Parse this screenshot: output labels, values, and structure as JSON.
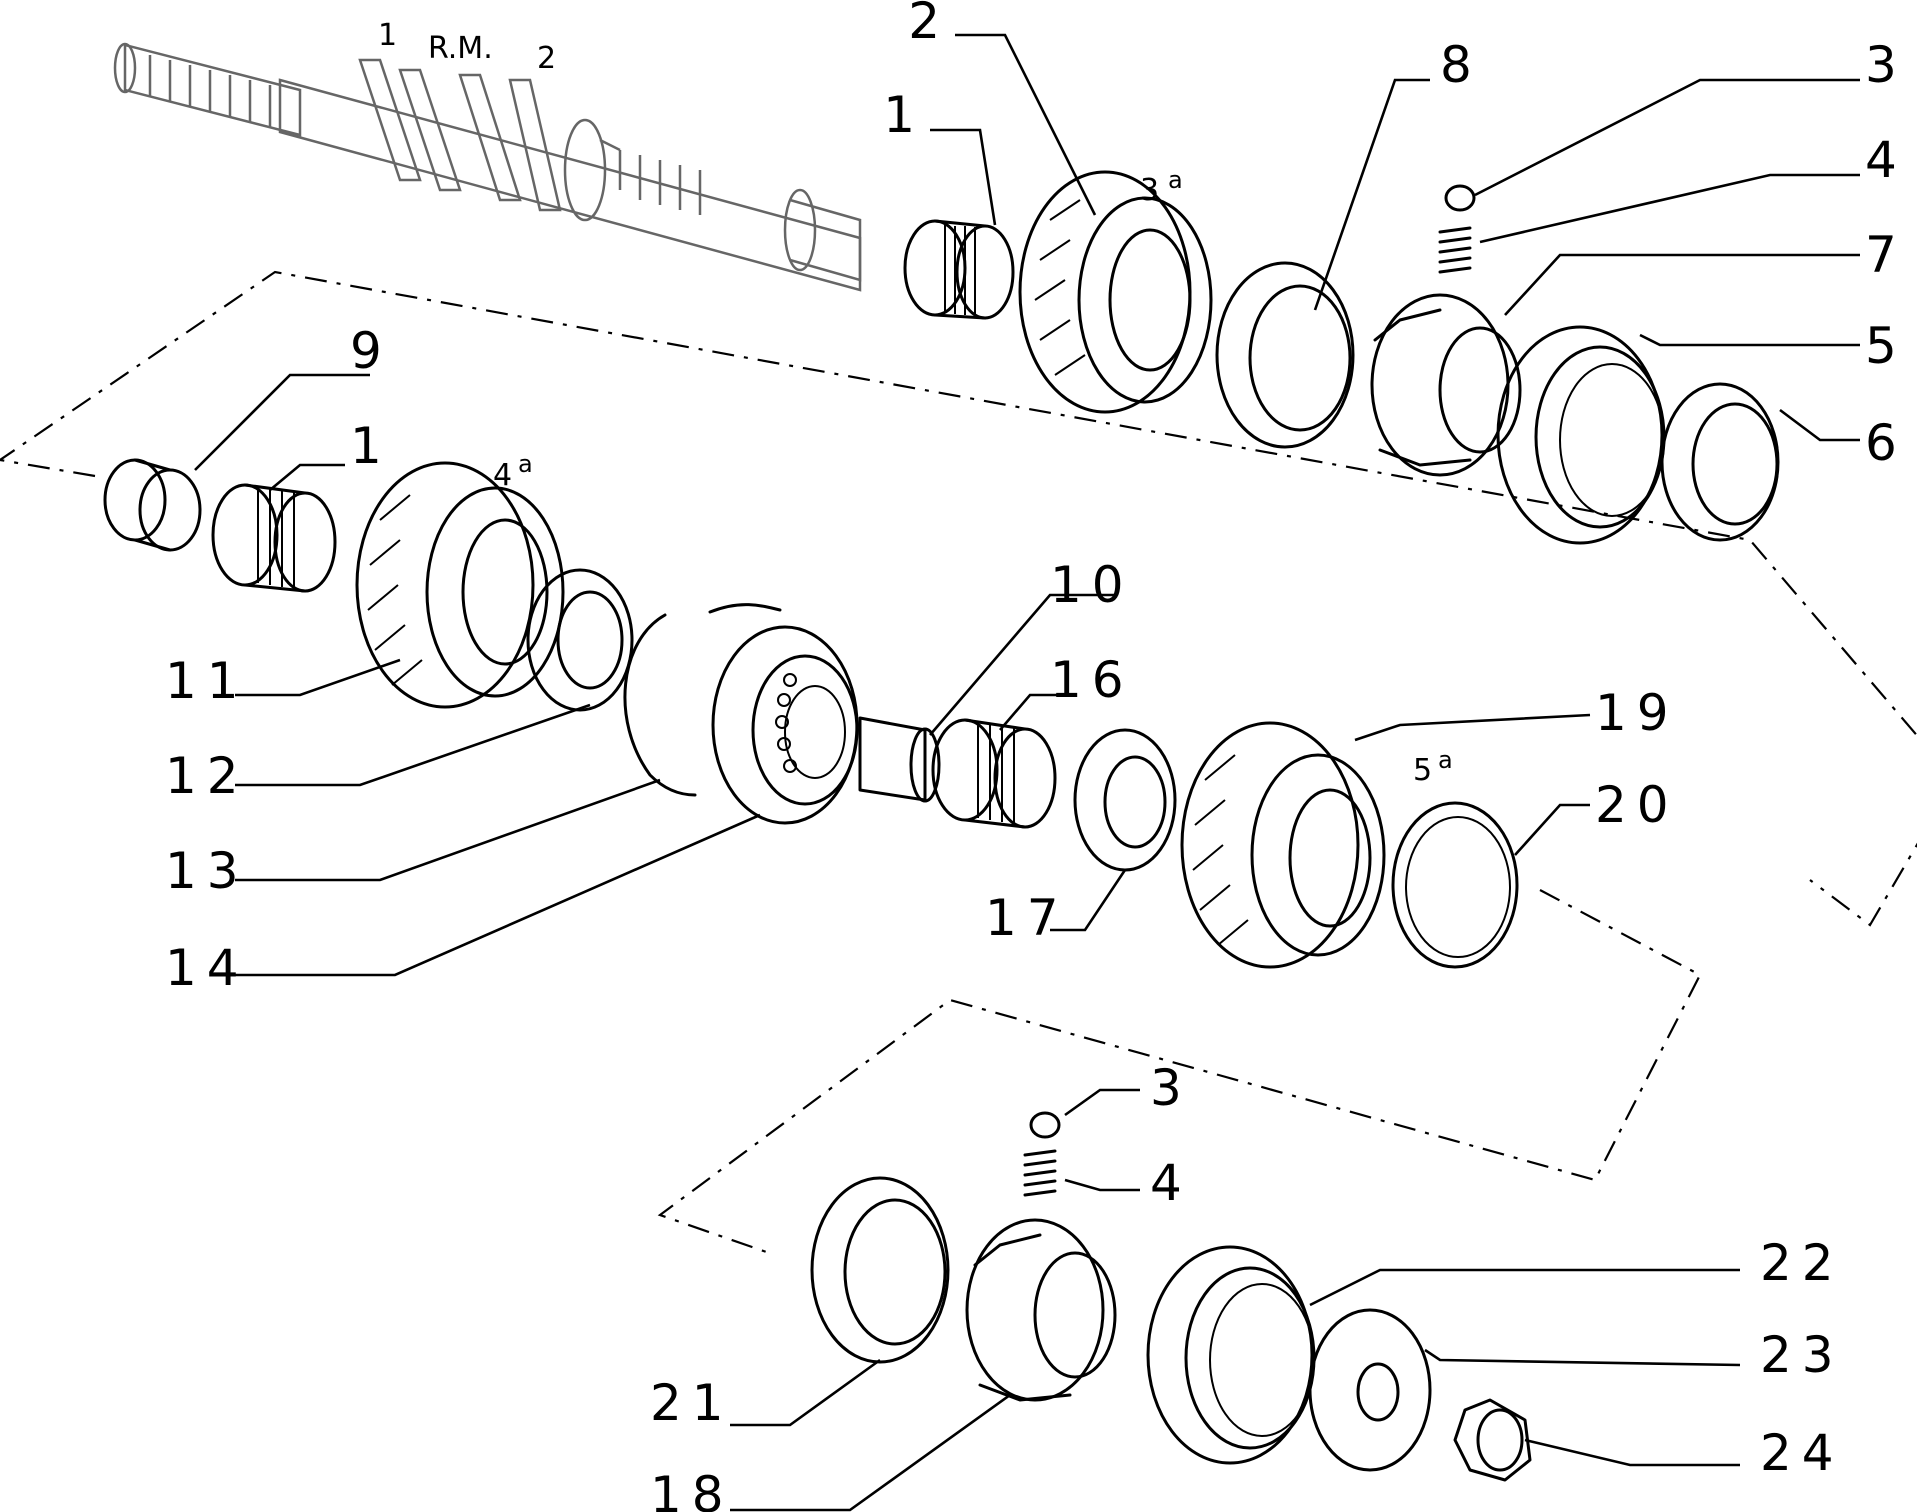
{
  "diagram": {
    "shaft_labels": {
      "first": "1",
      "reverse": "R.M.",
      "second": "2"
    },
    "gear_labels": [
      {
        "id": "third",
        "num": "3",
        "sup": "a"
      },
      {
        "id": "fourth",
        "num": "4",
        "sup": "a"
      },
      {
        "id": "fifth",
        "num": "5",
        "sup": "a"
      }
    ],
    "callouts": [
      {
        "id": "c1a",
        "label": "1"
      },
      {
        "id": "c2",
        "label": "2"
      },
      {
        "id": "c8",
        "label": "8"
      },
      {
        "id": "c3a",
        "label": "3"
      },
      {
        "id": "c4a",
        "label": "4"
      },
      {
        "id": "c7",
        "label": "7"
      },
      {
        "id": "c5",
        "label": "5"
      },
      {
        "id": "c6",
        "label": "6"
      },
      {
        "id": "c9",
        "label": "9"
      },
      {
        "id": "c1b",
        "label": "1"
      },
      {
        "id": "c10",
        "label": "10"
      },
      {
        "id": "c16",
        "label": "16"
      },
      {
        "id": "c11",
        "label": "11"
      },
      {
        "id": "c12",
        "label": "12"
      },
      {
        "id": "c13",
        "label": "13"
      },
      {
        "id": "c14",
        "label": "14"
      },
      {
        "id": "c19",
        "label": "19"
      },
      {
        "id": "c20",
        "label": "20"
      },
      {
        "id": "c17",
        "label": "17"
      },
      {
        "id": "c3b",
        "label": "3"
      },
      {
        "id": "c4b",
        "label": "4"
      },
      {
        "id": "c22",
        "label": "22"
      },
      {
        "id": "c23",
        "label": "23"
      },
      {
        "id": "c21",
        "label": "21"
      },
      {
        "id": "c24",
        "label": "24"
      },
      {
        "id": "c18",
        "label": "18"
      }
    ]
  }
}
